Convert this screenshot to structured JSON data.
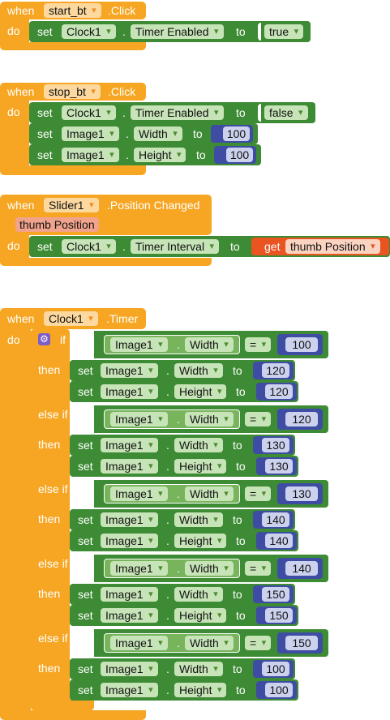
{
  "labels": {
    "when": "when",
    "do": "do",
    "set": "set",
    "to": "to",
    "dot": ".",
    "get": "get",
    "if": "if",
    "then": "then",
    "else_if": "else if",
    "eq": "="
  },
  "event_start": {
    "component": "start_bt",
    "event": ".Click",
    "set_component": "Clock1",
    "property": "Timer Enabled",
    "value": "true"
  },
  "event_stop": {
    "component": "stop_bt",
    "event": ".Click",
    "rows": [
      {
        "component": "Clock1",
        "property": "Timer Enabled",
        "value": "false"
      },
      {
        "component": "Image1",
        "property": "Width",
        "value": "100"
      },
      {
        "component": "Image1",
        "property": "Height",
        "value": "100"
      }
    ]
  },
  "event_slider": {
    "component": "Slider1",
    "event": ".Position Changed",
    "param": "thumb Position",
    "set_component": "Clock1",
    "property": "Timer Interval",
    "get_var": "thumb Position"
  },
  "event_timer": {
    "component": "Clock1",
    "event": ".Timer",
    "branches": [
      {
        "keyword": "if",
        "cond_component": "Image1",
        "cond_property": "Width",
        "cond_value": "100",
        "width": "120",
        "height": "120"
      },
      {
        "keyword": "else if",
        "cond_component": "Image1",
        "cond_property": "Width",
        "cond_value": "120",
        "width": "130",
        "height": "130"
      },
      {
        "keyword": "else if",
        "cond_component": "Image1",
        "cond_property": "Width",
        "cond_value": "130",
        "width": "140",
        "height": "140"
      },
      {
        "keyword": "else if",
        "cond_component": "Image1",
        "cond_property": "Width",
        "cond_value": "140",
        "width": "150",
        "height": "150"
      },
      {
        "keyword": "else if",
        "cond_component": "Image1",
        "cond_property": "Width",
        "cond_value": "150",
        "width": "100",
        "height": "100"
      }
    ],
    "set_component": "Image1",
    "width_prop": "Width",
    "height_prop": "Height"
  }
}
